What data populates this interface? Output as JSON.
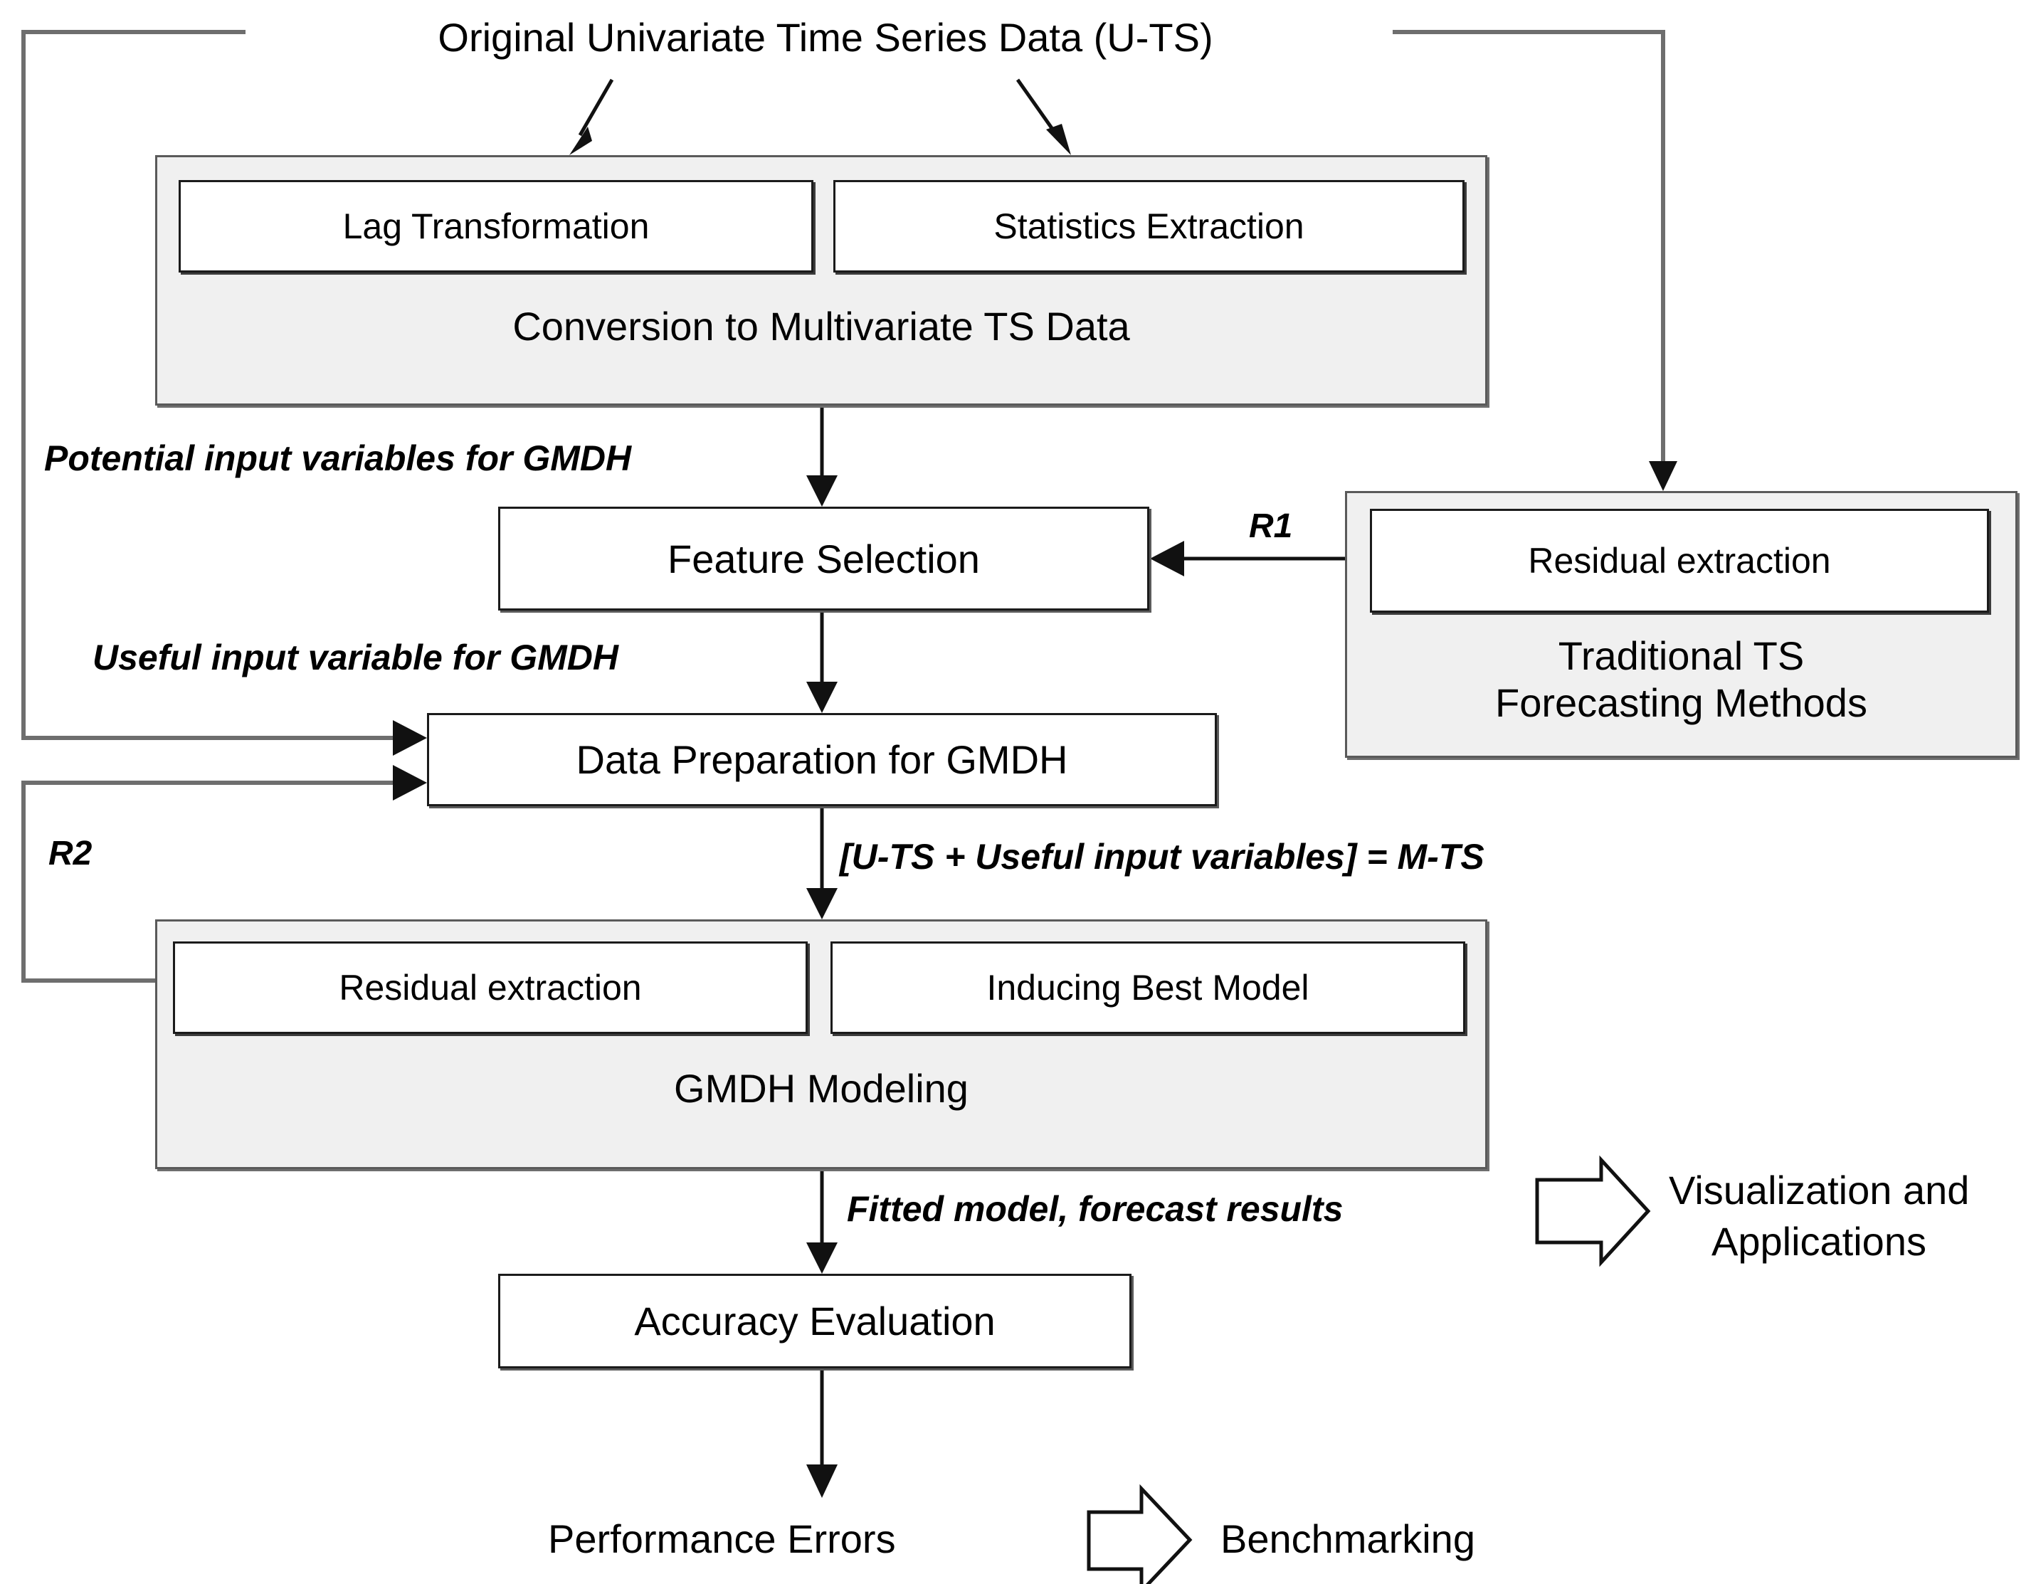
{
  "diagram": {
    "title": "Original Univariate Time Series Data (U-TS)",
    "nodes": {
      "conversion_group": "Conversion to Multivariate TS Data",
      "lag_transformation": "Lag Transformation",
      "statistics_extraction": "Statistics Extraction",
      "feature_selection": "Feature Selection",
      "traditional_group": "Traditional TS\nForecasting Methods",
      "traditional_group_line1": "Traditional TS",
      "traditional_group_line2": "Forecasting Methods",
      "residual_extraction_right": "Residual extraction",
      "data_preparation": "Data Preparation for GMDH",
      "gmdh_group": "GMDH Modeling",
      "residual_extraction_gmdh": "Residual extraction",
      "inducing_best_model": "Inducing Best Model",
      "accuracy_evaluation": "Accuracy Evaluation",
      "performance_errors": "Performance Errors",
      "benchmarking": "Benchmarking",
      "visualization_line1": "Visualization and",
      "visualization_line2": "Applications"
    },
    "edge_labels": {
      "potential_input": "Potential input variables for GMDH",
      "useful_input": "Useful input variable for GMDH",
      "r1": "R1",
      "r2": "R2",
      "m_ts": "[U-TS + Useful input variables] = M-TS",
      "fitted_model": "Fitted model, forecast results"
    },
    "colors": {
      "group_fill": "#f0f0f0",
      "group_border": "#5a5a5a",
      "box_fill": "#ffffff",
      "box_border": "#1b1b1b",
      "text": "#000000",
      "wire": "#1b1b1b"
    }
  }
}
